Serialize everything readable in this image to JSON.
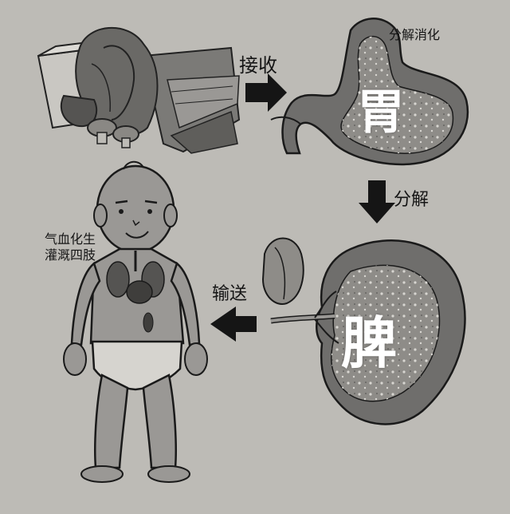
{
  "diagram": {
    "labels": {
      "receive": "接收",
      "digest": "分解消化",
      "stomach": "胃",
      "decompose": "分解",
      "spleen": "脾",
      "transport": "输送",
      "qi_blood_line1": "气血化生",
      "qi_blood_line2": "灌溉四肢"
    },
    "colors": {
      "background": "#bdbbb6",
      "organ_fill": "#6f6e6c",
      "organ_inner": "#8e8c88",
      "skin": "#9a9895",
      "arrow": "#151515",
      "text_dark": "#151515",
      "text_white": "#ffffff"
    },
    "icons": [
      "vegetables-icon",
      "stomach-icon",
      "spleen-icon",
      "child-icon",
      "arrow-right-icon",
      "arrow-down-icon",
      "arrow-left-icon"
    ]
  }
}
